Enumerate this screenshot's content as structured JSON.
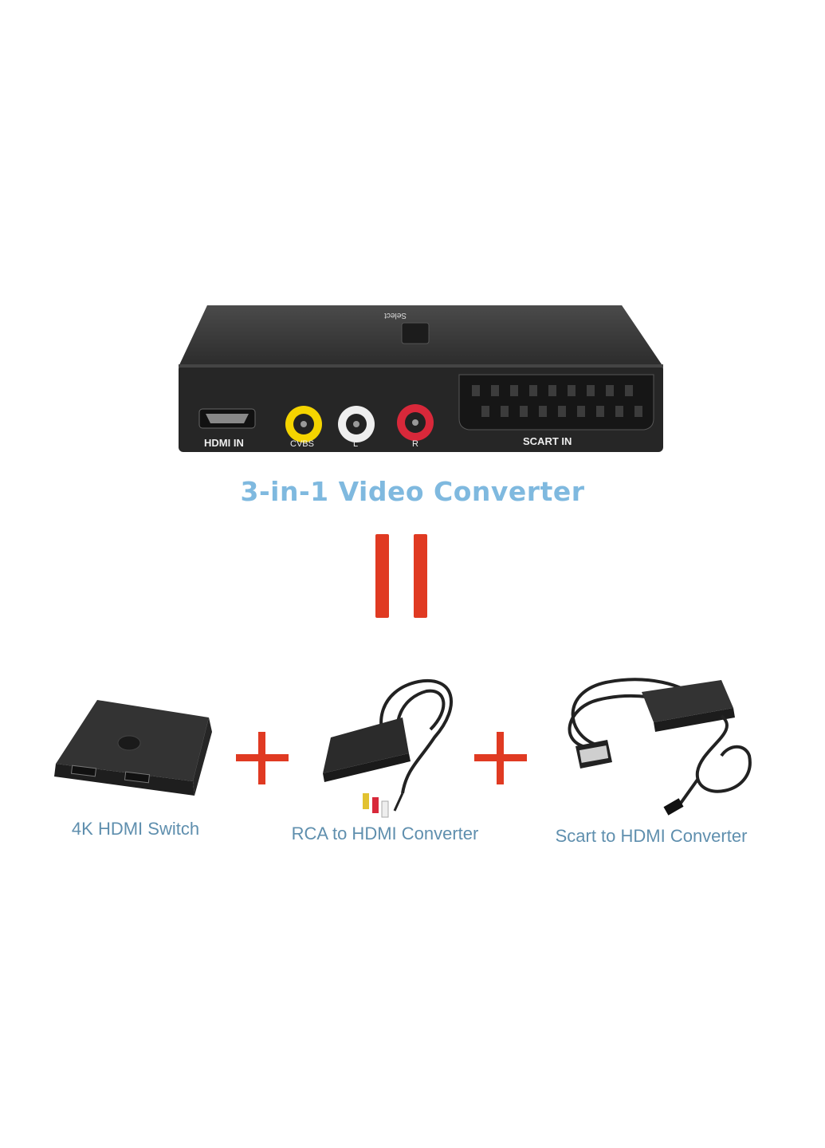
{
  "device": {
    "port_labels": {
      "hdmi": "HDMI IN",
      "cvbs": "CVBS",
      "left": "L",
      "right": "R",
      "scart": "SCART IN"
    },
    "button_label": "Select"
  },
  "title": "3-in-1 Video Converter",
  "products": [
    {
      "label": "4K HDMI Switch",
      "icon": "hdmi-switch-icon"
    },
    {
      "label": "RCA to HDMI Converter",
      "icon": "rca-converter-icon"
    },
    {
      "label": "Scart to HDMI Converter",
      "icon": "scart-converter-icon"
    }
  ],
  "colors": {
    "title": "#7fb9df",
    "caption": "#5f8fae",
    "accent_red": "#e03a22",
    "device_body": "#2a2a2a",
    "rca_yellow": "#f4d400",
    "rca_white": "#eeeeee",
    "rca_red": "#d8283a"
  }
}
